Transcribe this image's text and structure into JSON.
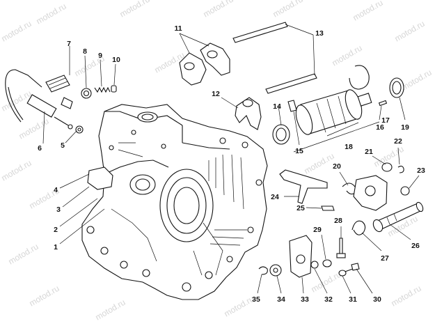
{
  "watermark": "motod.ru",
  "callouts": [
    "1",
    "2",
    "3",
    "4",
    "5",
    "6",
    "7",
    "8",
    "9",
    "10",
    "11",
    "12",
    "13",
    "14",
    "15",
    "16",
    "17",
    "18",
    "19",
    "20",
    "21",
    "22",
    "23",
    "24",
    "25",
    "26",
    "27",
    "28",
    "29",
    "30",
    "31",
    "32",
    "33",
    "34",
    "35"
  ],
  "colors": {
    "line": "#111111",
    "watermark": "#d6d6d6",
    "background": "#ffffff"
  }
}
